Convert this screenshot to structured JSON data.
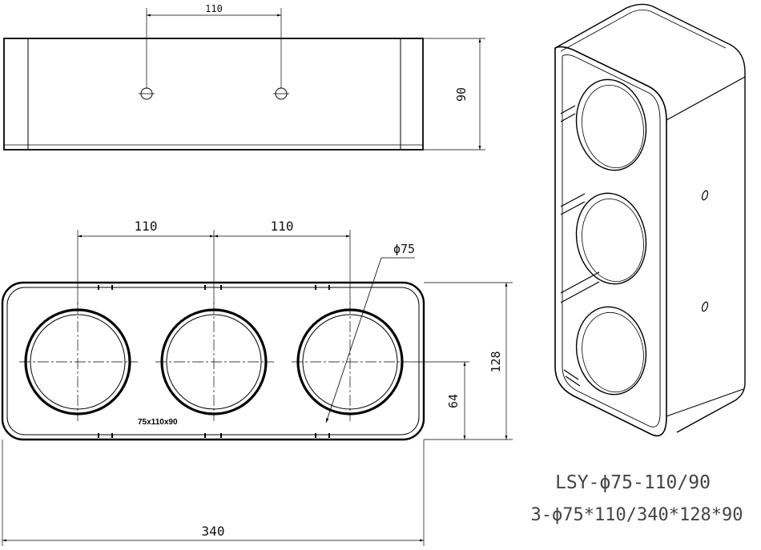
{
  "top_view": {
    "hole_spacing_label": "110",
    "height_label": "90"
  },
  "front_view": {
    "spacing_left_label": "110",
    "spacing_right_label": "110",
    "diameter_label": "ϕ75",
    "height_label": "128",
    "half_height_label": "64",
    "width_label": "340",
    "engraved_label": "75x110x90"
  },
  "title_block": {
    "model": "LSY-ϕ75-110/90",
    "spec": "3-ϕ75*110/340*128*90"
  }
}
